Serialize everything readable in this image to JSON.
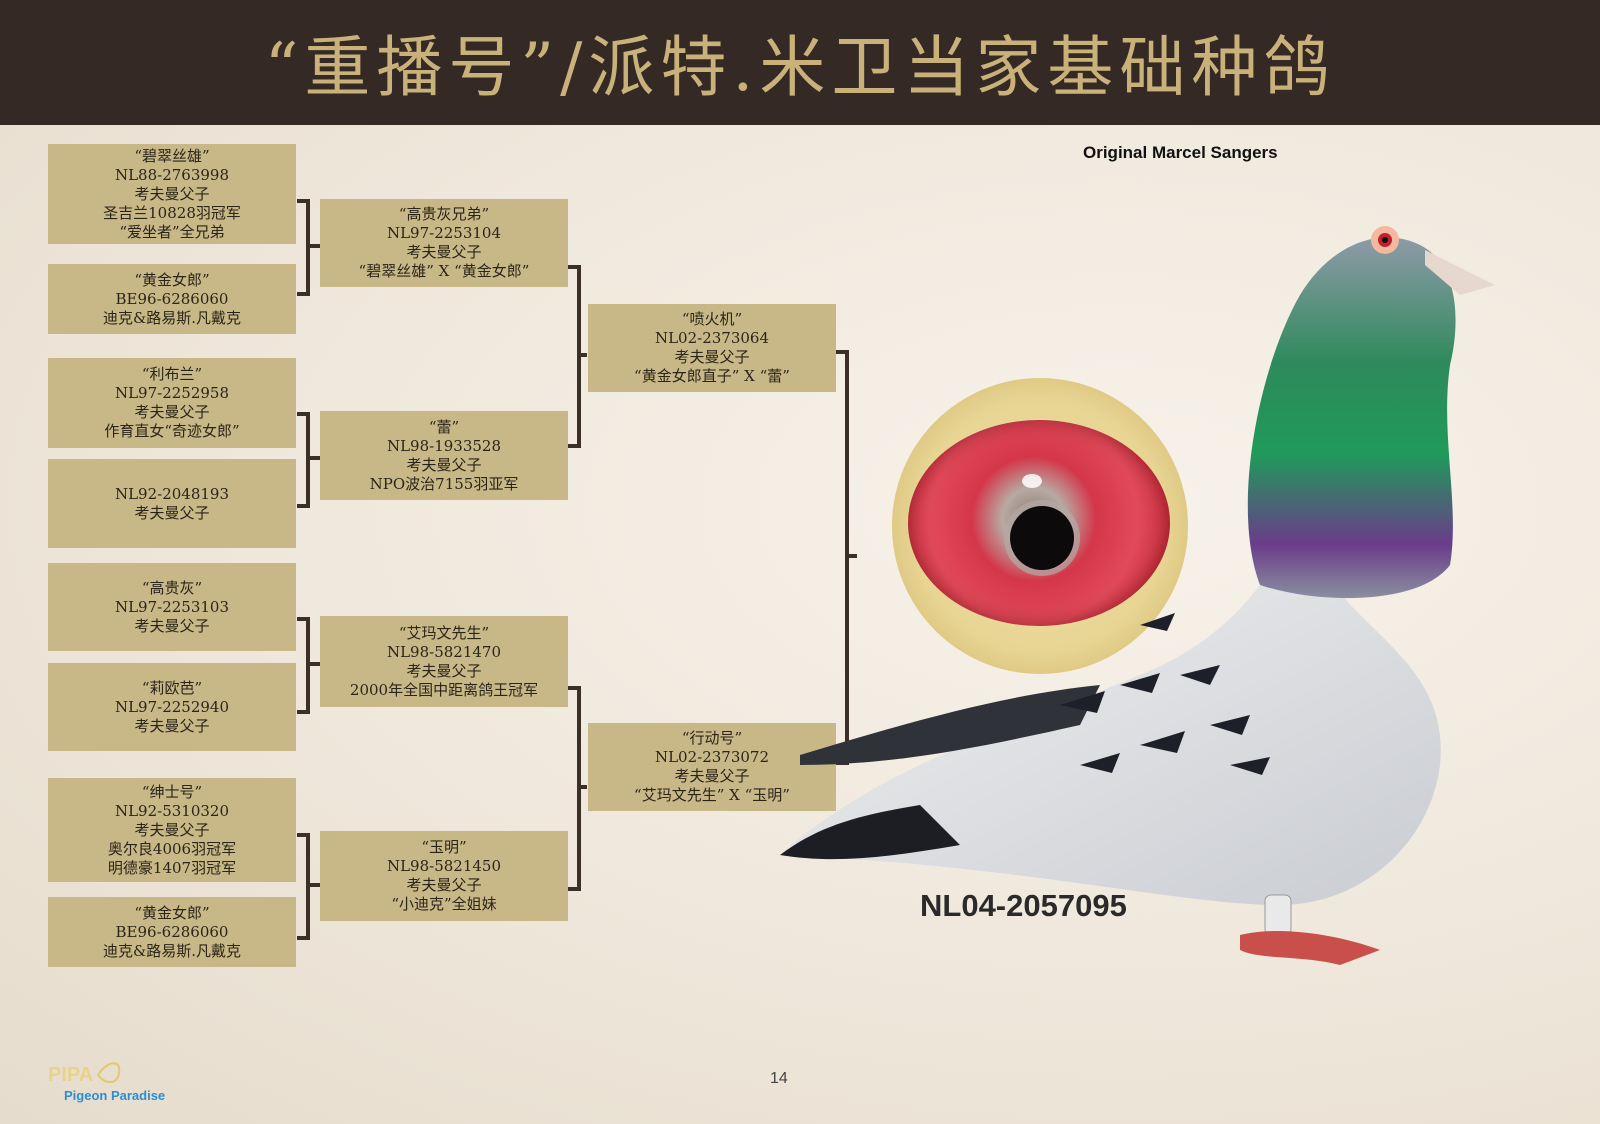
{
  "header": {
    "title": "“重播号”/派特.米卫当家基础种鸽"
  },
  "source_label": "Original Marcel Sangers",
  "ring_id": "NL04-2057095",
  "page_number": "14",
  "logo": {
    "name": "Pigeon Paradise"
  },
  "pedigree": {
    "sire": {
      "lines": [
        "“喷火机”",
        "NL02-2373064",
        "考夫曼父子",
        "“黄金女郎直子” X “蕾”"
      ]
    },
    "dam": {
      "lines": [
        "“行动号”",
        "NL02-2373072",
        "考夫曼父子",
        "“艾玛文先生” X “玉明”"
      ]
    },
    "gen2": [
      {
        "lines": [
          "“高贵灰兄弟”",
          "NL97-2253104",
          "考夫曼父子",
          "“碧翠丝雄” X “黄金女郎”"
        ]
      },
      {
        "lines": [
          "“蕾”",
          "NL98-1933528",
          "考夫曼父子",
          "NPO波治7155羽亚军"
        ]
      },
      {
        "lines": [
          "“艾玛文先生”",
          "NL98-5821470",
          "考夫曼父子",
          "2000年全国中距离鸽王冠军"
        ]
      },
      {
        "lines": [
          "“玉明”",
          "NL98-5821450",
          "考夫曼父子",
          "“小迪克”全姐妹"
        ]
      }
    ],
    "gen3": [
      {
        "lines": [
          "“碧翠丝雄”",
          "NL88-2763998",
          "考夫曼父子",
          "圣吉兰10828羽冠军",
          "“爱坐者”全兄弟"
        ]
      },
      {
        "lines": [
          "“黄金女郎”",
          "BE96-6286060",
          "迪克&路易斯.凡戴克"
        ]
      },
      {
        "lines": [
          "“利布兰”",
          "NL97-2252958",
          "考夫曼父子",
          "作育直女“奇迹女郎”"
        ]
      },
      {
        "lines": [
          "NL92-2048193",
          "考夫曼父子"
        ]
      },
      {
        "lines": [
          "“高贵灰”",
          "NL97-2253103",
          "考夫曼父子"
        ]
      },
      {
        "lines": [
          "“莉欧芭”",
          "NL97-2252940",
          "考夫曼父子"
        ]
      },
      {
        "lines": [
          "“绅士号”",
          "NL92-5310320",
          "考夫曼父子",
          "奥尔良4006羽冠军",
          "明德豪1407羽冠军"
        ]
      },
      {
        "lines": [
          "“黄金女郎”",
          "BE96-6286060",
          "迪克&路易斯.凡戴克"
        ]
      }
    ]
  },
  "colors": {
    "header_bg": "#352926",
    "header_text": "#c9b27a",
    "box_bg": "#c8b887",
    "connector": "#3c2f28"
  }
}
